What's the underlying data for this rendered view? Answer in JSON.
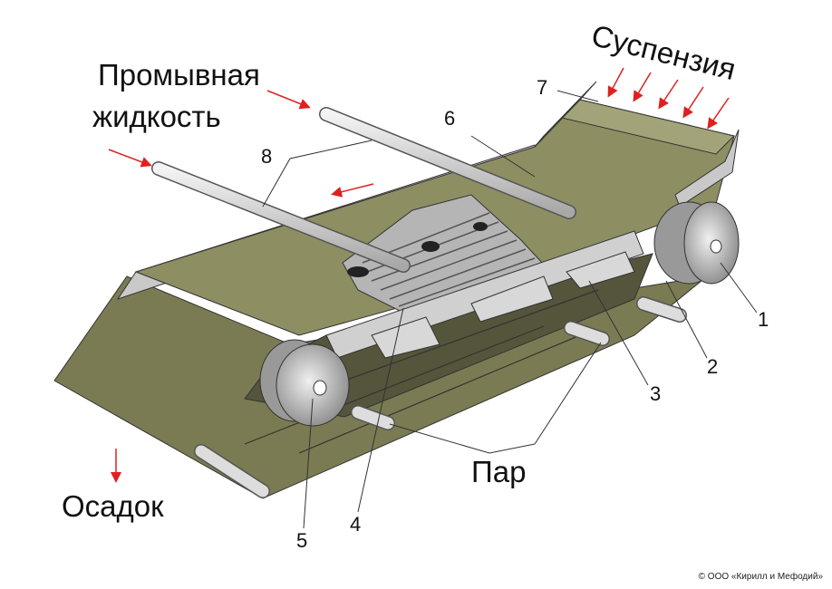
{
  "labels": {
    "wash_liquid": "Промывная жидкость",
    "wash_line1": "Промывная",
    "wash_line2": "жидкость",
    "suspension": "Суспензия",
    "steam": "Пар",
    "sediment": "Осадок"
  },
  "numbers": [
    "1",
    "2",
    "3",
    "4",
    "5",
    "6",
    "7",
    "8"
  ],
  "copyright": "© ООО «Кирилл и Мефодий»",
  "colors": {
    "belt": "#7b7b53",
    "belt_light": "#8e8e63",
    "metal": "#c9c9c9",
    "arrow": "#e02020"
  }
}
